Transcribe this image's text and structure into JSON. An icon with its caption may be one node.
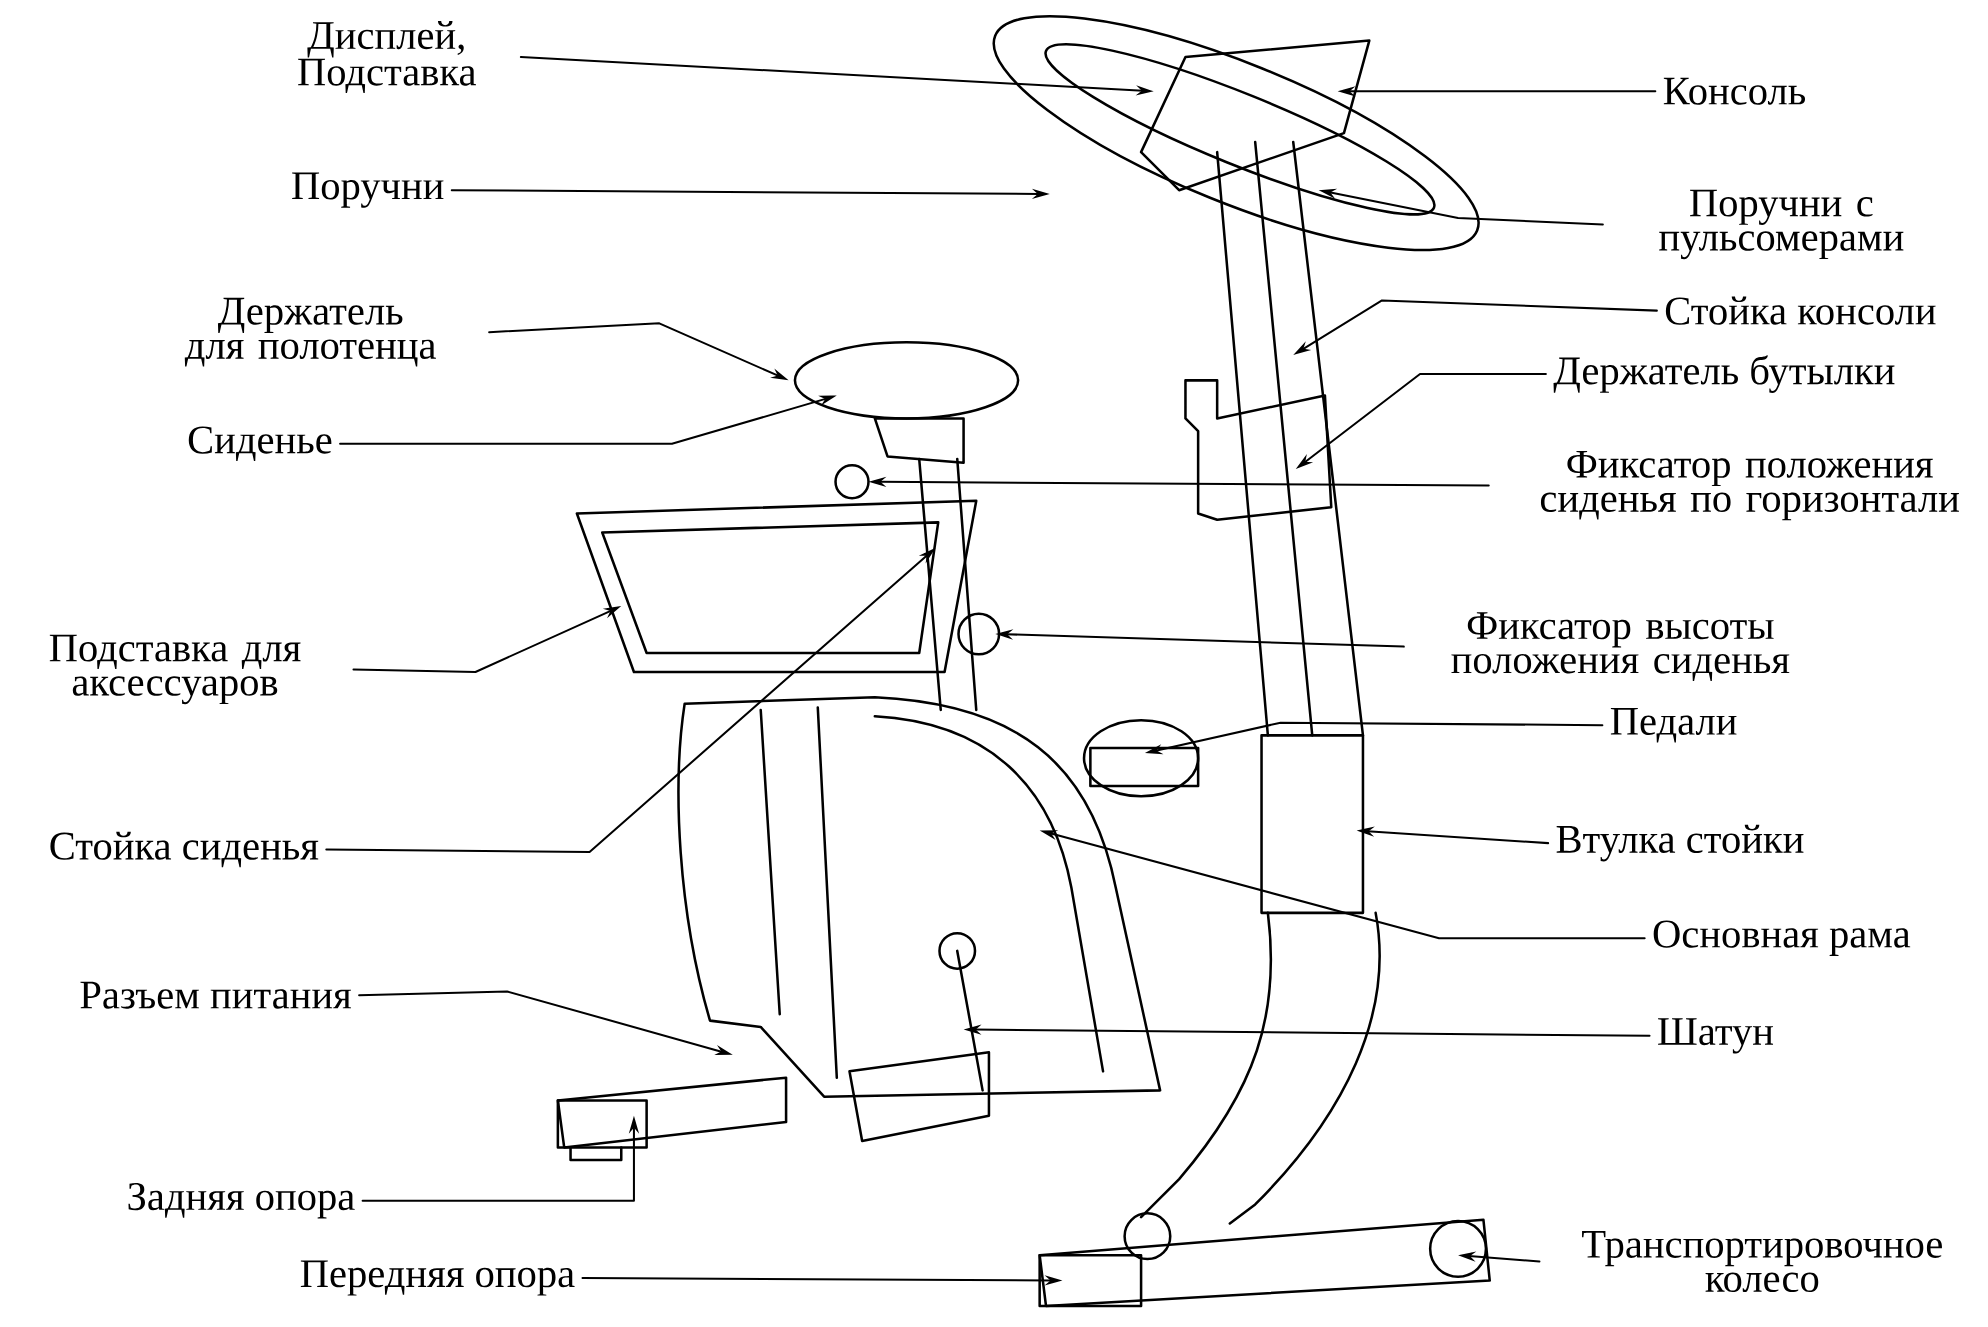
{
  "diagram": {
    "nodes": [
      {
        "text": [
          "Дисплей, Подставка"
        ]
      },
      {
        "text": [
          "Поручни"
        ]
      },
      {
        "text": [
          "Держатель для полотенца"
        ]
      },
      {
        "text": [
          "Сиденье"
        ]
      },
      {
        "text": [
          "Подставка для аксессуаров"
        ]
      },
      {
        "text": [
          "Стойка сиденья"
        ]
      },
      {
        "text": [
          "Разъем питания"
        ]
      },
      {
        "text": [
          "Задняя опора"
        ]
      },
      {
        "text": [
          "Передняя опора"
        ]
      },
      {
        "text": [
          "Консоль"
        ]
      },
      {
        "text": [
          "Поручни с пульсомерами"
        ]
      },
      {
        "text": [
          "Стойка консоли"
        ]
      },
      {
        "text": [
          "Держатель бутылки"
        ]
      },
      {
        "text": [
          "Фиксатор положения сиденья по горизонтали"
        ]
      },
      {
        "text": [
          "Фиксатор высоты положения сиденья"
        ]
      },
      {
        "text": [
          "Педали"
        ]
      },
      {
        "text": [
          "Втулка стойки"
        ]
      },
      {
        "text": [
          "Основная рама"
        ]
      },
      {
        "text": [
          "Шатун"
        ]
      },
      {
        "text": [
          "Транспортировочное колесо"
        ]
      }
    ],
    "edges": [
      {
        "from": 0,
        "to": null,
        "arrow": "to"
      },
      {
        "from": 1,
        "to": null,
        "arrow": "to"
      },
      {
        "from": 2,
        "to": null,
        "arrow": "to"
      },
      {
        "from": 3,
        "to": null,
        "arrow": "to"
      },
      {
        "from": 4,
        "to": null,
        "arrow": "to"
      },
      {
        "from": 5,
        "to": null,
        "arrow": "to"
      },
      {
        "from": 6,
        "to": null,
        "arrow": "to"
      },
      {
        "from": 7,
        "to": null,
        "arrow": "to"
      },
      {
        "from": 8,
        "to": null,
        "arrow": "to"
      },
      {
        "from": 9,
        "to": null,
        "arrow": "to"
      },
      {
        "from": 10,
        "to": null,
        "arrow": "to"
      },
      {
        "from": 11,
        "to": null,
        "arrow": "to"
      },
      {
        "from": 12,
        "to": null,
        "arrow": "to"
      },
      {
        "from": 13,
        "to": null,
        "arrow": "to"
      },
      {
        "from": 14,
        "to": null,
        "arrow": "to"
      },
      {
        "from": 15,
        "to": null,
        "arrow": "to"
      },
      {
        "from": 16,
        "to": null,
        "arrow": "to"
      },
      {
        "from": 17,
        "to": null,
        "arrow": "to"
      },
      {
        "from": 18,
        "to": null,
        "arrow": "to"
      },
      {
        "from": 19,
        "to": null,
        "arrow": "to"
      }
    ]
  }
}
